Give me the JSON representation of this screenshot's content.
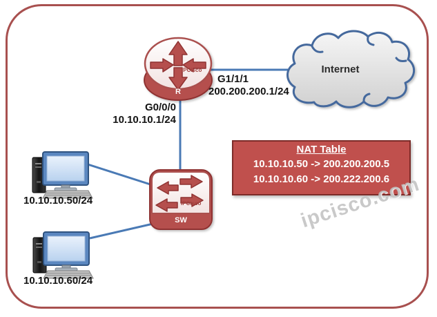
{
  "nodes": {
    "router": {
      "label": "R",
      "brand": "IPCisco"
    },
    "switch": {
      "label": "SW",
      "brand": "IPCisco"
    },
    "internet": {
      "label": "Internet"
    },
    "pc1": {
      "ip_label": "10.10.10.50/24"
    },
    "pc2": {
      "ip_label": "10.10.10.60/24"
    }
  },
  "interfaces": {
    "wan": {
      "name": "G1/1/1",
      "ip": "200.200.200.1/24"
    },
    "lan": {
      "name": "G0/0/0",
      "ip": "10.10.10.1/24"
    }
  },
  "nat_table": {
    "title": "NAT Table",
    "rows": [
      "10.10.10.50 -> 200.200.200.5",
      "10.10.10.60 -> 200.222.200.6"
    ]
  },
  "watermark": "ipcisco.com",
  "colors": {
    "device_red": "#b5504e",
    "device_red_dark": "#8f3331",
    "nat_bg": "#c0504d",
    "nat_border": "#7c2b28",
    "frame_border": "#a8504f",
    "link_blue": "#4a7ab5",
    "cloud_border": "#44699d",
    "cloud_fill": "#dcdcdc",
    "watermark_gray": "#bbbbbb"
  }
}
